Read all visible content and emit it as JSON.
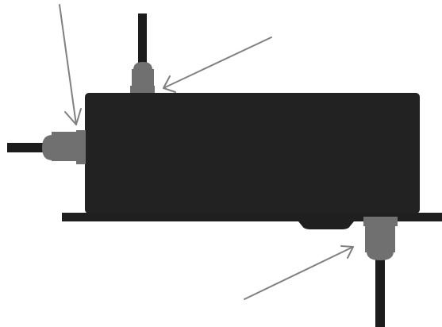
{
  "diagram": {
    "colors": {
      "background": "#ffffff",
      "enclosure": "#222222",
      "mounting_plate": "#1f1f1f",
      "cable": "#1c1c1c",
      "cable_gland": "#707070",
      "callout_arrow": "#808080"
    },
    "components": [
      "enclosure-box",
      "mounting-plate",
      "cable-gland-top",
      "cable-gland-left",
      "cable-gland-bottom",
      "cable-top",
      "cable-left",
      "cable-bottom"
    ],
    "callout_count": 3,
    "labels": []
  }
}
